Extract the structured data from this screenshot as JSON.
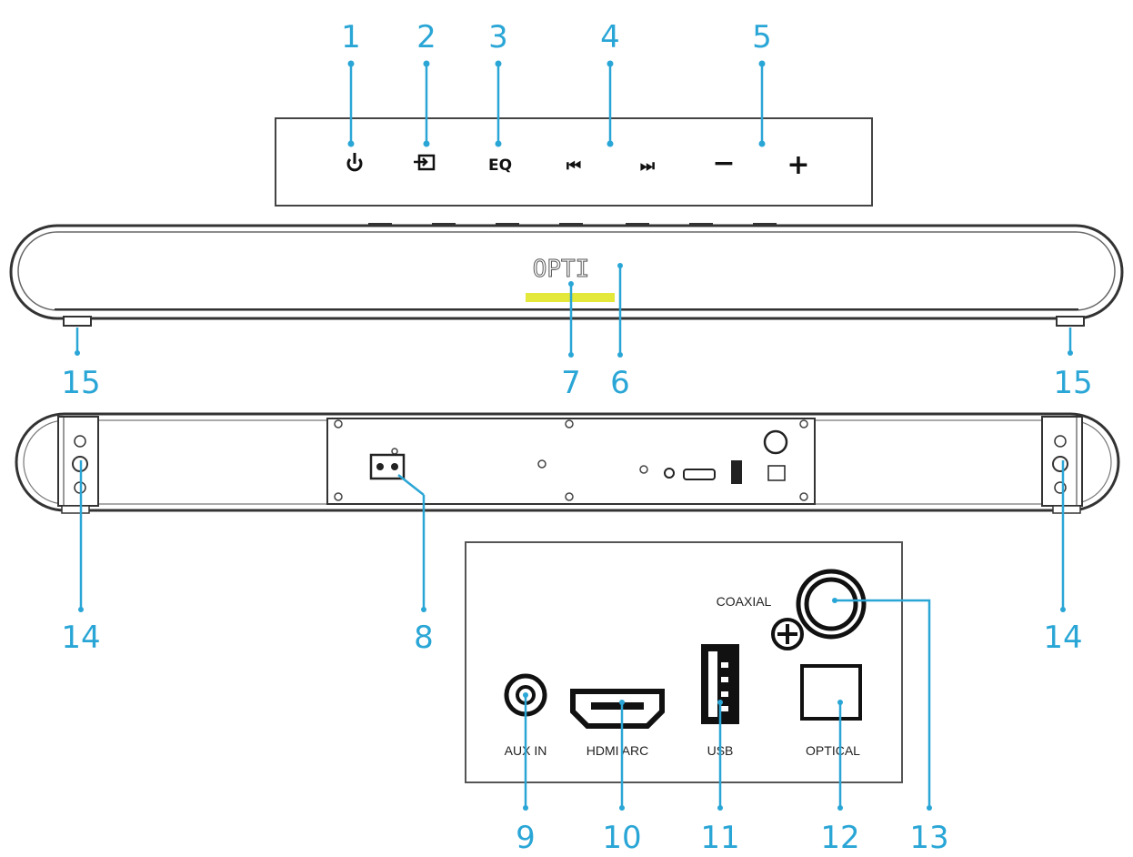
{
  "callouts": {
    "c1": "1",
    "c2": "2",
    "c3": "3",
    "c4": "4",
    "c5": "5",
    "c6": "6",
    "c7": "7",
    "c8": "8",
    "c9": "9",
    "c10": "10",
    "c11": "11",
    "c12": "12",
    "c13": "13",
    "c14": "14",
    "c15": "15"
  },
  "buttons": {
    "eq": "EQ",
    "prev": "⏮",
    "next": "⏭",
    "minus": "−",
    "plus": "+"
  },
  "front": {
    "logo": "OPTI"
  },
  "ports": {
    "aux": "AUX IN",
    "hdmi": "HDMI ARC",
    "usb": "USB",
    "optical": "OPTICAL",
    "coaxial": "COAXIAL"
  },
  "colors": {
    "callout": "#2aa6d6",
    "led_strip": "#e4e83a"
  }
}
